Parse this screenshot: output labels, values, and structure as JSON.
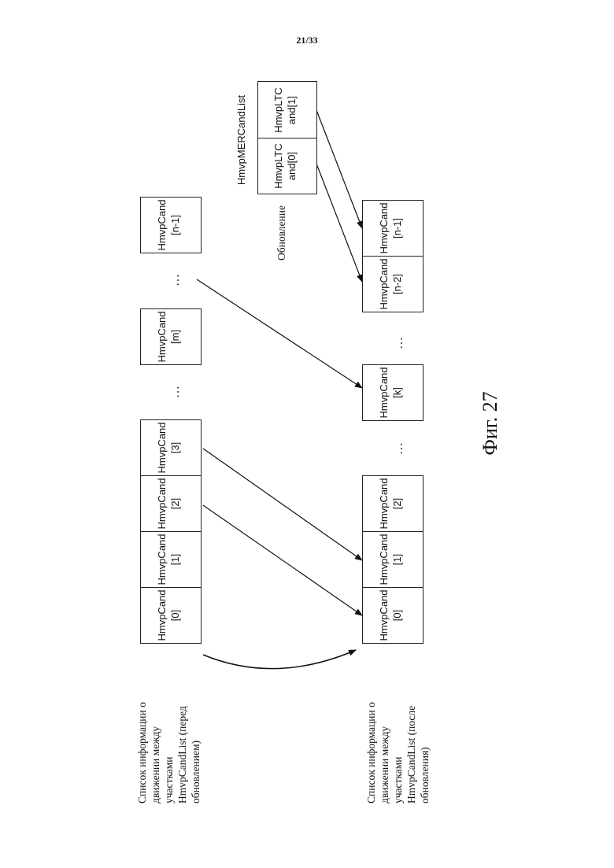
{
  "page_number": "21/33",
  "figure_caption": "Фиг. 27",
  "list_before_label": [
    "Список информации о",
    "движении между",
    "участками",
    "HmvpCandList (перед",
    "обновлением)"
  ],
  "list_after_label": [
    "Список информации о",
    "движении между",
    "участками",
    "HmvpCandList (после",
    "обновления)"
  ],
  "update_label": "Обновление",
  "mer_list_label": "HmvpMERCandList",
  "before_cells": [
    {
      "name": "HmvpCand",
      "index": "[0]"
    },
    {
      "name": "HmvpCand",
      "index": "[1]"
    },
    {
      "name": "HmvpCand",
      "index": "[2]"
    },
    {
      "name": "HmvpCand",
      "index": "[3]"
    },
    {
      "name": "HmvpCand",
      "index": "[m]"
    },
    {
      "name": "HmvpCand",
      "index": "[n-1]"
    }
  ],
  "after_cells": [
    {
      "name": "HmvpCand",
      "index": "[0]"
    },
    {
      "name": "HmvpCand",
      "index": "[1]"
    },
    {
      "name": "HmvpCand",
      "index": "[2]"
    },
    {
      "name": "HmvpCand",
      "index": "[k]"
    },
    {
      "name": "HmvpCand",
      "index": "[n-2]"
    },
    {
      "name": "HmvpCand",
      "index": "[n-1]"
    }
  ],
  "mer_cells": [
    {
      "name": "HmvpLTC",
      "index": "and[0]"
    },
    {
      "name": "HmvpLTC",
      "index": "and[1]"
    }
  ],
  "ellipsis": "…"
}
